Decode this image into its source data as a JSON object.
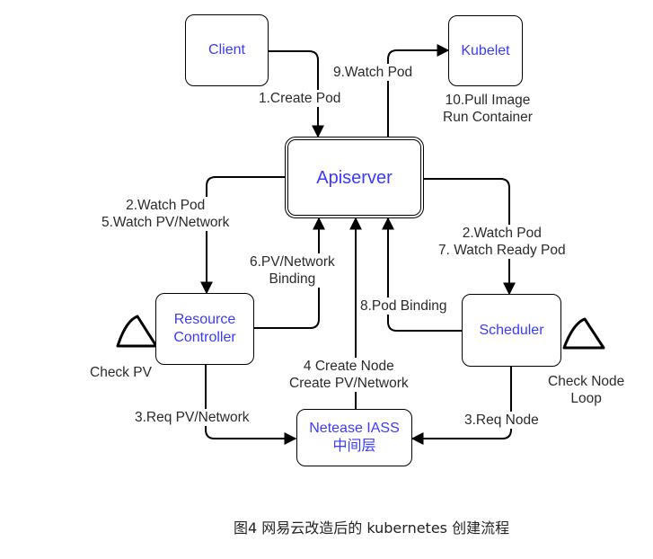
{
  "nodes": {
    "client": "Client",
    "kubelet": "Kubelet",
    "apiserver": "Apiserver",
    "resource_controller": "Resource\nController",
    "scheduler": "Scheduler",
    "iaas": "Netease IASS\n中间层"
  },
  "edges": {
    "create_pod": "1.Create Pod",
    "watch_pod_kubelet": "9.Watch Pod",
    "pull_image": "10.Pull Image\nRun Container",
    "watch_pod_rc": "2.Watch Pod\n5.Watch PV/Network",
    "pv_binding": "6.PV/Network\nBinding",
    "watch_pod_sched": "2.Watch Pod\n7. Watch Ready Pod",
    "pod_binding": "8.Pod Binding",
    "check_pv": "Check PV",
    "check_node": "Check Node\nLoop",
    "create_node": "4 Create Node\nCreate PV/Network",
    "req_pv": "3.Req PV/Network",
    "req_node": "3.Req Node"
  },
  "caption": "图4 网易云改造后的 kubernetes 创建流程"
}
